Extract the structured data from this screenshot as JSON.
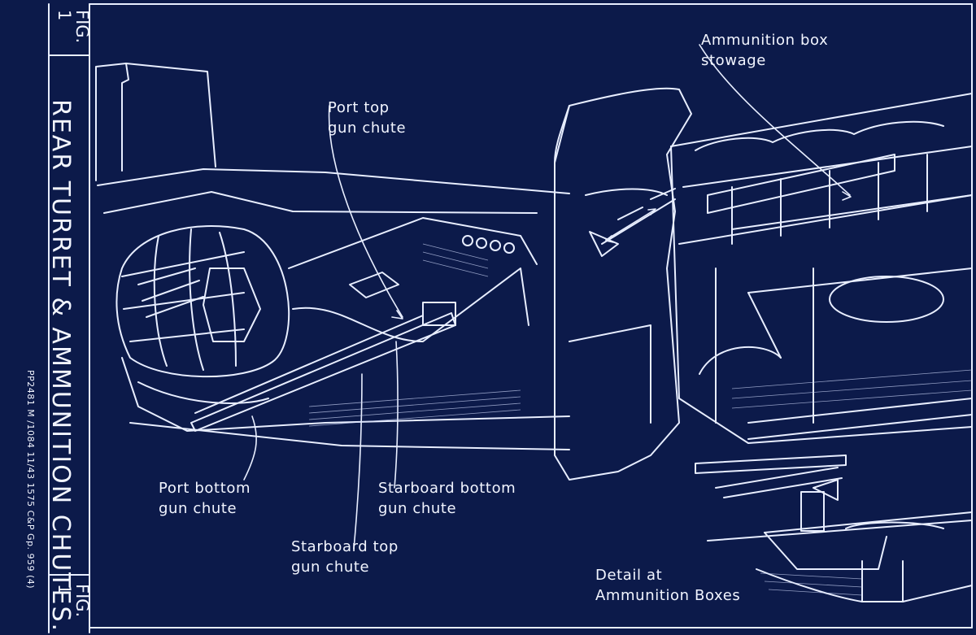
{
  "sidebar": {
    "fig_top": "FIG.\n1",
    "title": "REAR TURRET & AMMUNITION CHUTES.",
    "fig_bottom": "FIG.\n1",
    "print_code": "PP2481 M  /1084 11/43  1575  C&P  Gp. 959 (4)"
  },
  "labels": {
    "port_top": "Port top\ngun chute",
    "ammo_box": "Ammunition box\nstowage",
    "port_bottom": "Port bottom\ngun chute",
    "starboard_bottom": "Starboard bottom\ngun chute",
    "starboard_top": "Starboard top\ngun chute",
    "detail": "Detail at\nAmmunition Boxes"
  },
  "colors": {
    "background": "#0c1a4a",
    "ink": "#eef2ff"
  }
}
